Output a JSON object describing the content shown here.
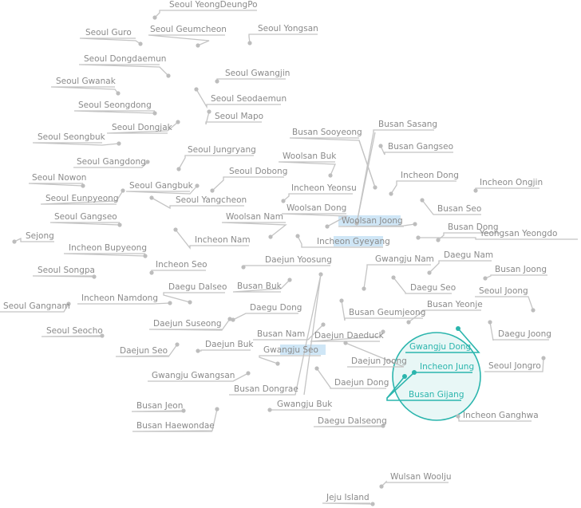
{
  "colors": {
    "label": "#8a8a8a",
    "line": "#c4c4c4",
    "dot": "#bdbdbd",
    "accent": "#2bb5ad",
    "highlight": "#cfe6f6",
    "lens_fill": "#e6f6f5"
  },
  "labels": [
    {
      "id": "seoul-yeongdeungpo",
      "text": "Seoul YeongDeungPo"
    },
    {
      "id": "seoul-guro",
      "text": "Seoul Guro"
    },
    {
      "id": "seoul-geumcheon",
      "text": "Seoul Geumcheon"
    },
    {
      "id": "seoul-yongsan",
      "text": "Seoul Yongsan"
    },
    {
      "id": "seoul-dongdaemun",
      "text": "Seoul Dongdaemun"
    },
    {
      "id": "seoul-gwangjin",
      "text": "Seoul Gwangjin"
    },
    {
      "id": "seoul-gwanak",
      "text": "Seoul Gwanak"
    },
    {
      "id": "seoul-seodaemun",
      "text": "Seoul Seodaemun"
    },
    {
      "id": "seoul-seongdong",
      "text": "Seoul Seongdong"
    },
    {
      "id": "seoul-mapo",
      "text": "Seoul Mapo"
    },
    {
      "id": "seoul-dongjak",
      "text": "Seoul Dongjak"
    },
    {
      "id": "busan-sooyeong",
      "text": "Busan Sooyeong"
    },
    {
      "id": "busan-sasang",
      "text": "Busan Sasang"
    },
    {
      "id": "seoul-seongbuk",
      "text": "Seoul Seongbuk"
    },
    {
      "id": "seoul-jungryang",
      "text": "Seoul Jungryang"
    },
    {
      "id": "busan-gangseo",
      "text": "Busan Gangseo"
    },
    {
      "id": "woolsan-buk",
      "text": "Woolsan Buk"
    },
    {
      "id": "seoul-gangdong",
      "text": "Seoul Gangdong"
    },
    {
      "id": "seoul-dobong",
      "text": "Seoul Dobong"
    },
    {
      "id": "incheon-dong",
      "text": "Incheon Dong"
    },
    {
      "id": "seoul-nowon",
      "text": "Seoul Nowon"
    },
    {
      "id": "incheon-ongjin",
      "text": "Incheon Ongjin"
    },
    {
      "id": "seoul-gangbuk",
      "text": "Seoul Gangbuk"
    },
    {
      "id": "incheon-yeonsu",
      "text": "Incheon Yeonsu"
    },
    {
      "id": "seoul-eunpyeong",
      "text": "Seoul Eunpyeong"
    },
    {
      "id": "seoul-yangcheon",
      "text": "Seoul Yangcheon"
    },
    {
      "id": "woolsan-dong",
      "text": "Woolsan Dong"
    },
    {
      "id": "busan-seo",
      "text": "Busan Seo"
    },
    {
      "id": "seoul-gangseo",
      "text": "Seoul Gangseo"
    },
    {
      "id": "woolsan-nam",
      "text": "Woolsan Nam"
    },
    {
      "id": "woolsan-joong",
      "text": "Woolsan Joong"
    },
    {
      "id": "busan-dong",
      "text": "Busan Dong"
    },
    {
      "id": "yeongsan-yeongdo",
      "text": "Yeongsan Yeongdo"
    },
    {
      "id": "sejong",
      "text": "Sejong"
    },
    {
      "id": "incheon-nam",
      "text": "Incheon Nam"
    },
    {
      "id": "incheon-gyeyang",
      "text": "Incheon Gyeyang"
    },
    {
      "id": "incheon-bupyeong",
      "text": "Incheon Bupyeong"
    },
    {
      "id": "daegu-nam",
      "text": "Daegu Nam"
    },
    {
      "id": "daejun-yoosung",
      "text": "Daejun Yoosung"
    },
    {
      "id": "gwangju-nam",
      "text": "Gwangju Nam"
    },
    {
      "id": "seoul-songpa",
      "text": "Seoul Songpa"
    },
    {
      "id": "incheon-seo",
      "text": "Incheon Seo"
    },
    {
      "id": "busan-joong",
      "text": "Busan Joong"
    },
    {
      "id": "busan-buk",
      "text": "Busan Buk"
    },
    {
      "id": "daegu-dalseo",
      "text": "Daegu Dalseo"
    },
    {
      "id": "daegu-seo",
      "text": "Daegu Seo"
    },
    {
      "id": "seoul-joong",
      "text": "Seoul Joong"
    },
    {
      "id": "seoul-gangnam",
      "text": "Seoul Gangnam"
    },
    {
      "id": "incheon-namdong",
      "text": "Incheon Namdong"
    },
    {
      "id": "daegu-dong",
      "text": "Daegu Dong"
    },
    {
      "id": "busan-yeonje",
      "text": "Busan Yeonje"
    },
    {
      "id": "busan-geumjeong",
      "text": "Busan Geumjeong"
    },
    {
      "id": "daejun-suseong",
      "text": "Daejun Suseong"
    },
    {
      "id": "busan-nam",
      "text": "Busan Nam"
    },
    {
      "id": "daejun-daeduck",
      "text": "Daejun Daeduck"
    },
    {
      "id": "seoul-seocho",
      "text": "Seoul Seocho"
    },
    {
      "id": "daegu-joong",
      "text": "Daegu Joong"
    },
    {
      "id": "daejun-buk",
      "text": "Daejun Buk"
    },
    {
      "id": "gwangju-dong",
      "text": "Gwangju Dong"
    },
    {
      "id": "daejun-seo",
      "text": "Daejun Seo"
    },
    {
      "id": "gwangju-seo",
      "text": "Gwangju Seo"
    },
    {
      "id": "daejun-joong",
      "text": "Daejun Joong"
    },
    {
      "id": "incheon-jung",
      "text": "Incheon Jung"
    },
    {
      "id": "seoul-jongro",
      "text": "Seoul Jongro"
    },
    {
      "id": "gwangju-gwangsan",
      "text": "Gwangju Gwangsan"
    },
    {
      "id": "daejun-dong",
      "text": "Daejun Dong"
    },
    {
      "id": "busan-dongrae",
      "text": "Busan Dongrae"
    },
    {
      "id": "busan-gijang",
      "text": "Busan Gijang"
    },
    {
      "id": "busan-jeon",
      "text": "Busan Jeon"
    },
    {
      "id": "gwangju-buk",
      "text": "Gwangju Buk"
    },
    {
      "id": "incheon-ganghwa",
      "text": "Incheon Ganghwa"
    },
    {
      "id": "busan-haewondae",
      "text": "Busan Haewondae"
    },
    {
      "id": "daegu-dalseong",
      "text": "Daegu Dalseong"
    },
    {
      "id": "wulsan-woolju",
      "text": "Wulsan Woolju"
    },
    {
      "id": "jeju-island",
      "text": "Jeju Island"
    }
  ]
}
